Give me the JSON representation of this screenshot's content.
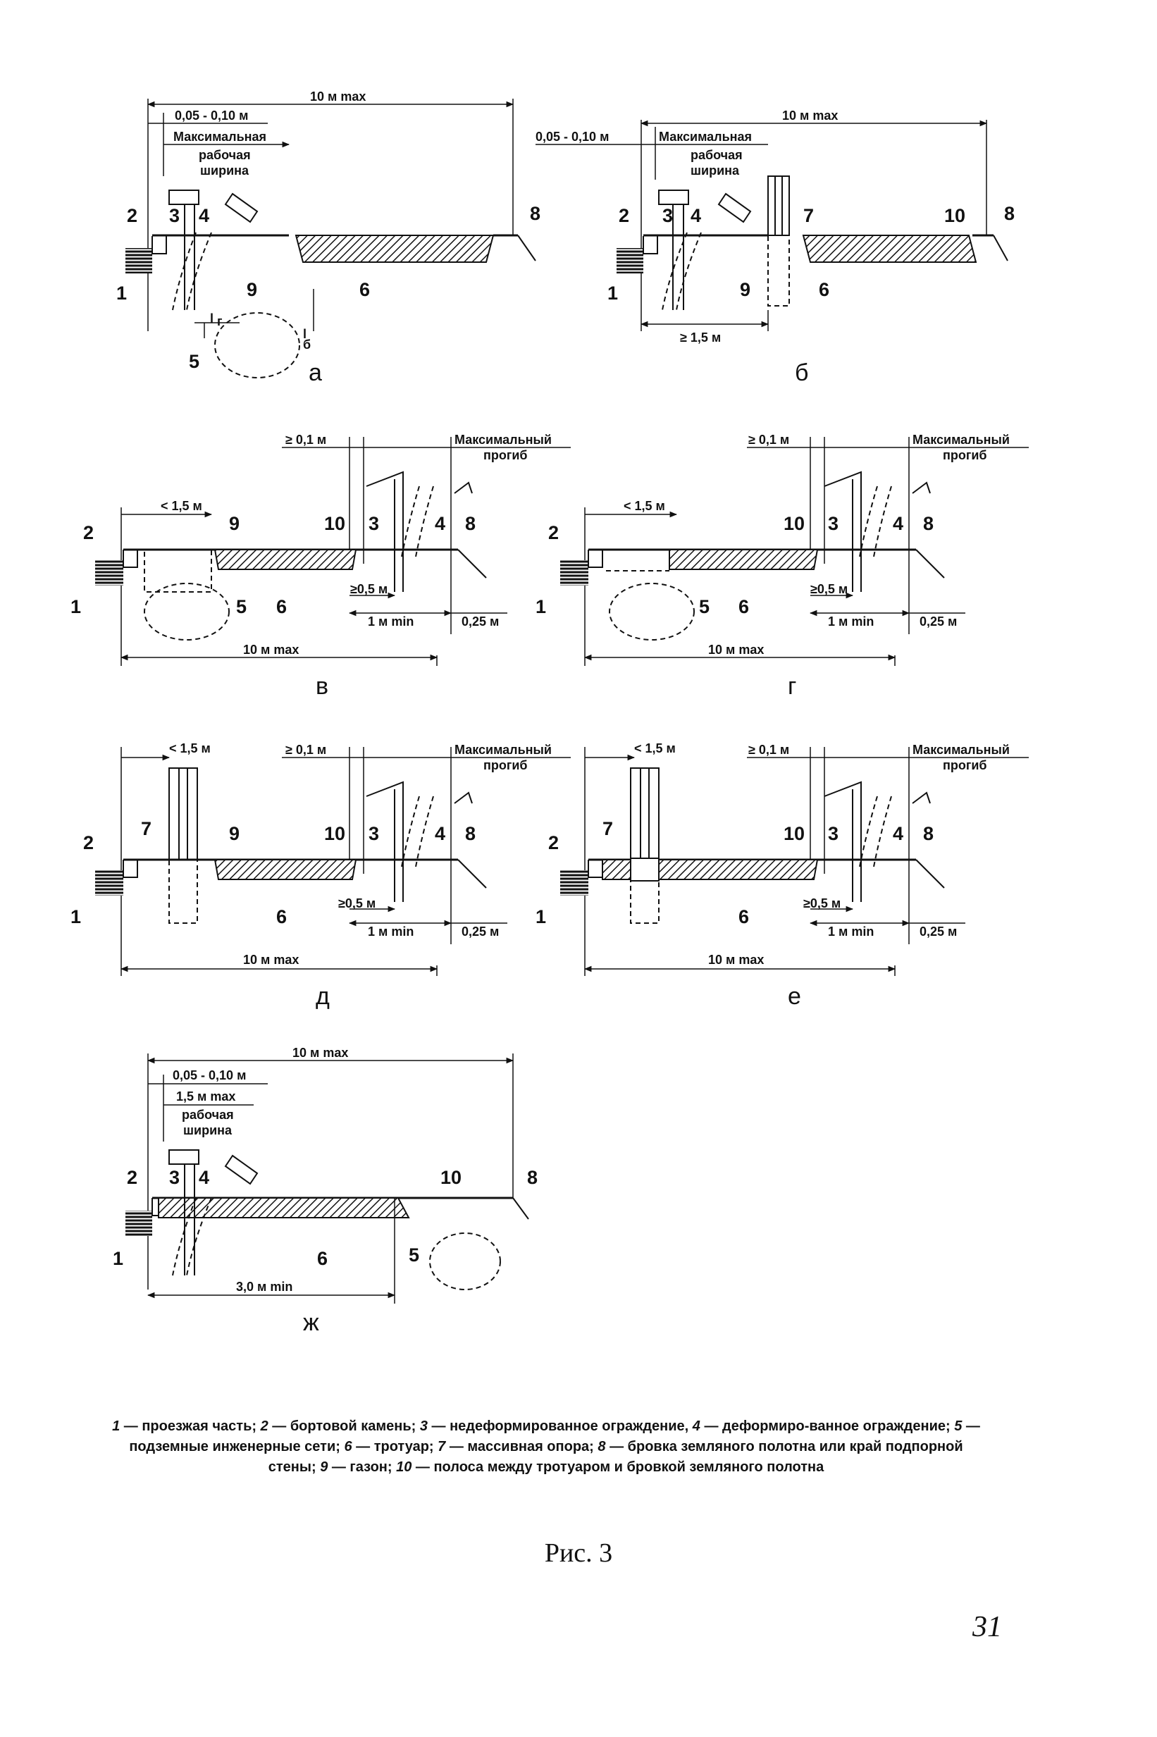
{
  "dims": {
    "ten_max": "10 м max",
    "offset": "0,05 - 0,10 м",
    "max_work": "Максимальная",
    "work_width": "рабочая ширина",
    "work_a": "рабочая",
    "width_a": "ширина",
    "ge_15": "≥ 1,5 м",
    "ge_01": "≥ 0,1 м",
    "max_defl_1": "Максимальный",
    "max_defl_2": "прогиб",
    "lt_15": "< 1,5 м",
    "ge_05": "≥0,5 м",
    "one_min": "1 м min",
    "q25": "0,25 м",
    "max_15": "1,5 м max",
    "three_min": "3,0 м min",
    "lg": "l",
    "lg_sub": "г",
    "lb": "l",
    "lb_sub": "б"
  },
  "numbers": [
    "1",
    "2",
    "3",
    "4",
    "5",
    "6",
    "7",
    "8",
    "9",
    "10"
  ],
  "panels": [
    "а",
    "б",
    "в",
    "г",
    "д",
    "е",
    "ж"
  ],
  "legend": [
    {
      "n": "1",
      "t": "— проезжая часть;"
    },
    {
      "n": "2",
      "t": "— бортовой камень;"
    },
    {
      "n": "3",
      "t": "— недеформированное ограждение,"
    },
    {
      "n": "4",
      "t": "— деформиро-ванное ограждение;"
    },
    {
      "n": "5",
      "t": "— подземные инженерные сети;"
    },
    {
      "n": "6",
      "t": "— тротуар;"
    },
    {
      "n": "7",
      "t": "— массивная опора;"
    },
    {
      "n": "8",
      "t": "— бровка земляного полотна или край подпорной стены;"
    },
    {
      "n": "9",
      "t": "— газон;"
    },
    {
      "n": "10",
      "t": "— полоса между тротуаром и бровкой земляного полотна"
    }
  ],
  "caption": "Рис. 3",
  "page_number": "31"
}
